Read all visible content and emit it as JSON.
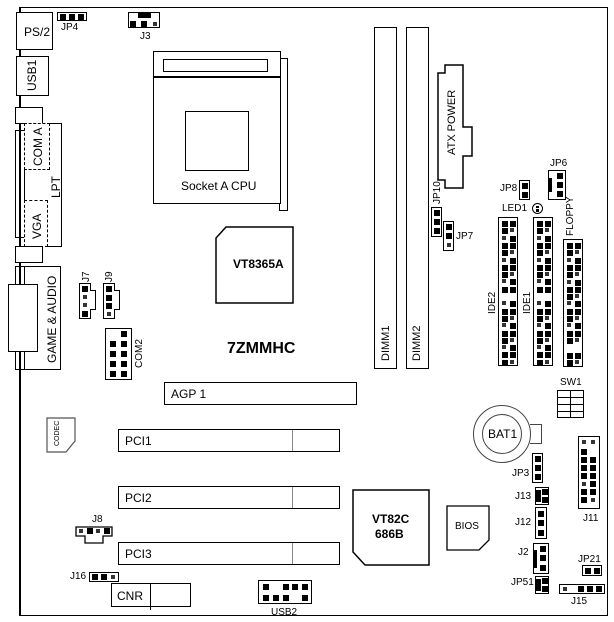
{
  "board": {
    "model": "7ZMMHC",
    "cpu_socket": "Socket A CPU",
    "northbridge": "VT8365A",
    "southbridge_line1": "VT82C",
    "southbridge_line2": "686B",
    "bios": "BIOS",
    "codec": "CODEC",
    "battery": "BAT1"
  },
  "io_ports": {
    "ps2": "PS/2",
    "usb1": "USB1",
    "com_a": "COM A",
    "lpt": "LPT",
    "vga": "VGA",
    "game_audio": "GAME & AUDIO"
  },
  "slots": {
    "dimm1": "DIMM1",
    "dimm2": "DIMM2",
    "agp": "AGP 1",
    "pci1": "PCI1",
    "pci2": "PCI2",
    "pci3": "PCI3",
    "cnr": "CNR"
  },
  "connectors": {
    "atx_power": "ATX POWER",
    "ide1": "IDE1",
    "ide2": "IDE2",
    "floppy": "FLOPPY",
    "com2": "COM2",
    "usb2": "USB2",
    "sw1": "SW1",
    "led1": "LED1"
  },
  "jumpers": {
    "jp4": "JP4",
    "j3": "J3",
    "j7": "J7",
    "j9": "J9",
    "jp10": "JP10",
    "jp7": "JP7",
    "jp8": "JP8",
    "jp6": "JP6",
    "jp3": "JP3",
    "j13": "J13",
    "j12": "J12",
    "j2": "J2",
    "jp51": "JP51",
    "jp21": "JP21",
    "j15": "J15",
    "j11": "J11",
    "j8": "J8",
    "j16": "J16"
  }
}
